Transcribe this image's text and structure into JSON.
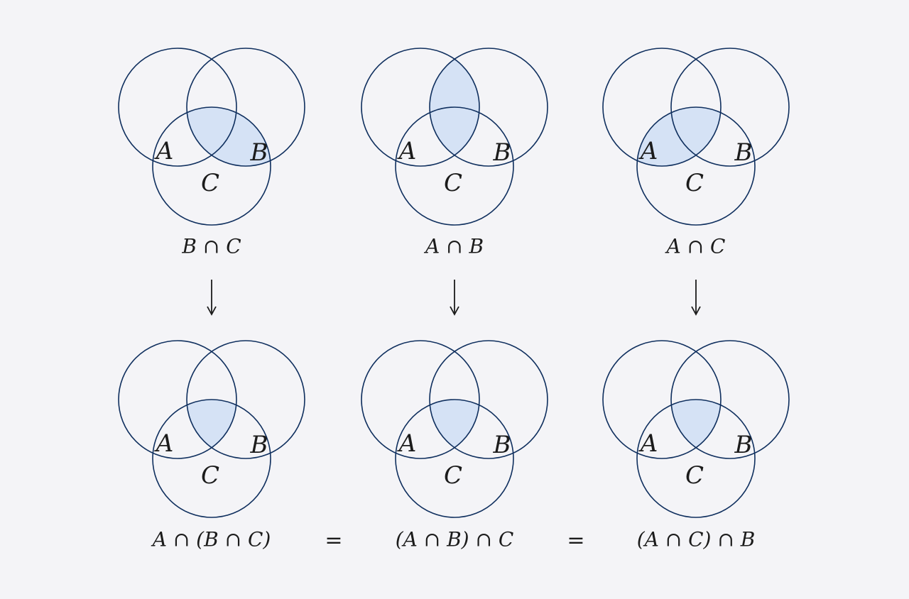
{
  "colors": {
    "background": "#f4f4f7",
    "stroke": "#0f2f5e",
    "shade": "#d5e2f5",
    "text": "#1b1b1b"
  },
  "set_labels": {
    "a": "A",
    "b": "B",
    "c": "C"
  },
  "top_row": [
    {
      "shaded": [
        "B",
        "C"
      ],
      "caption": "B ∩ C"
    },
    {
      "shaded": [
        "A",
        "B"
      ],
      "caption": "A ∩ B"
    },
    {
      "shaded": [
        "A",
        "C"
      ],
      "caption": "A ∩ C"
    }
  ],
  "bottom_row": [
    {
      "shaded": [
        "A",
        "B",
        "C"
      ],
      "caption": "A ∩ (B ∩ C)"
    },
    {
      "shaded": [
        "A",
        "B",
        "C"
      ],
      "caption": "(A ∩ B) ∩ C"
    },
    {
      "shaded": [
        "A",
        "B",
        "C"
      ],
      "caption": "(A ∩ C) ∩ B"
    }
  ],
  "equals": [
    "=",
    "="
  ],
  "arrow_icon": "down-arrow-icon"
}
